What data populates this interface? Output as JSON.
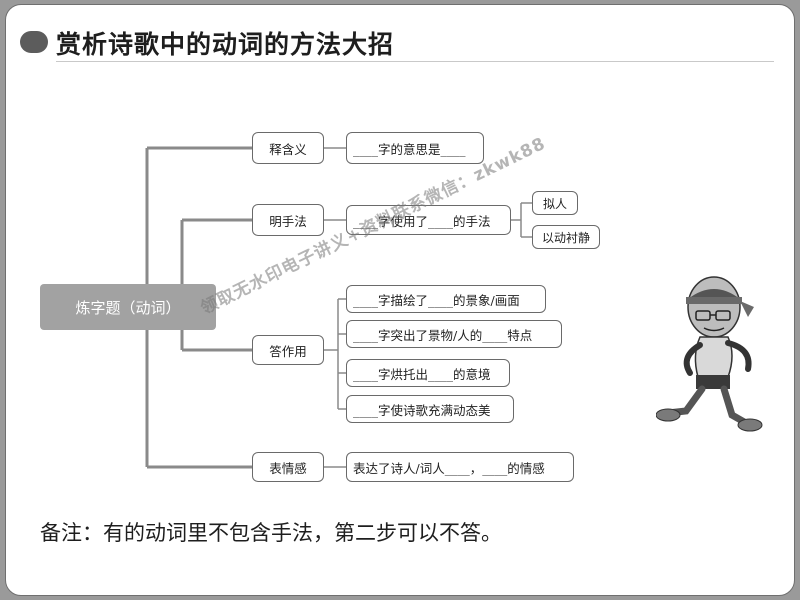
{
  "title": "赏析诗歌中的动词的方法大招",
  "root": "炼字题（动词）",
  "branches": [
    {
      "label": "释含义",
      "items": [
        "____字的意思是____"
      ]
    },
    {
      "label": "明手法",
      "items": [
        "____字使用了____的手法"
      ],
      "sub": [
        "拟人",
        "以动衬静"
      ]
    },
    {
      "label": "答作用",
      "items": [
        "____字描绘了____的景象/画面",
        "____字突出了景物/人的____特点",
        "____字烘托出____的意境",
        "____字使诗歌充满动态美"
      ]
    },
    {
      "label": "表情感",
      "items": [
        "表达了诗人/词人____，____的情感"
      ]
    }
  ],
  "watermark": "领取无水印电子讲义+资料联系微信：zkwk88",
  "note": "备注：有的动词里不包含手法，第二步可以不答。",
  "colors": {
    "line": "#8a8a8a",
    "root": "#a2a2a2",
    "border": "#6a6a6a"
  }
}
